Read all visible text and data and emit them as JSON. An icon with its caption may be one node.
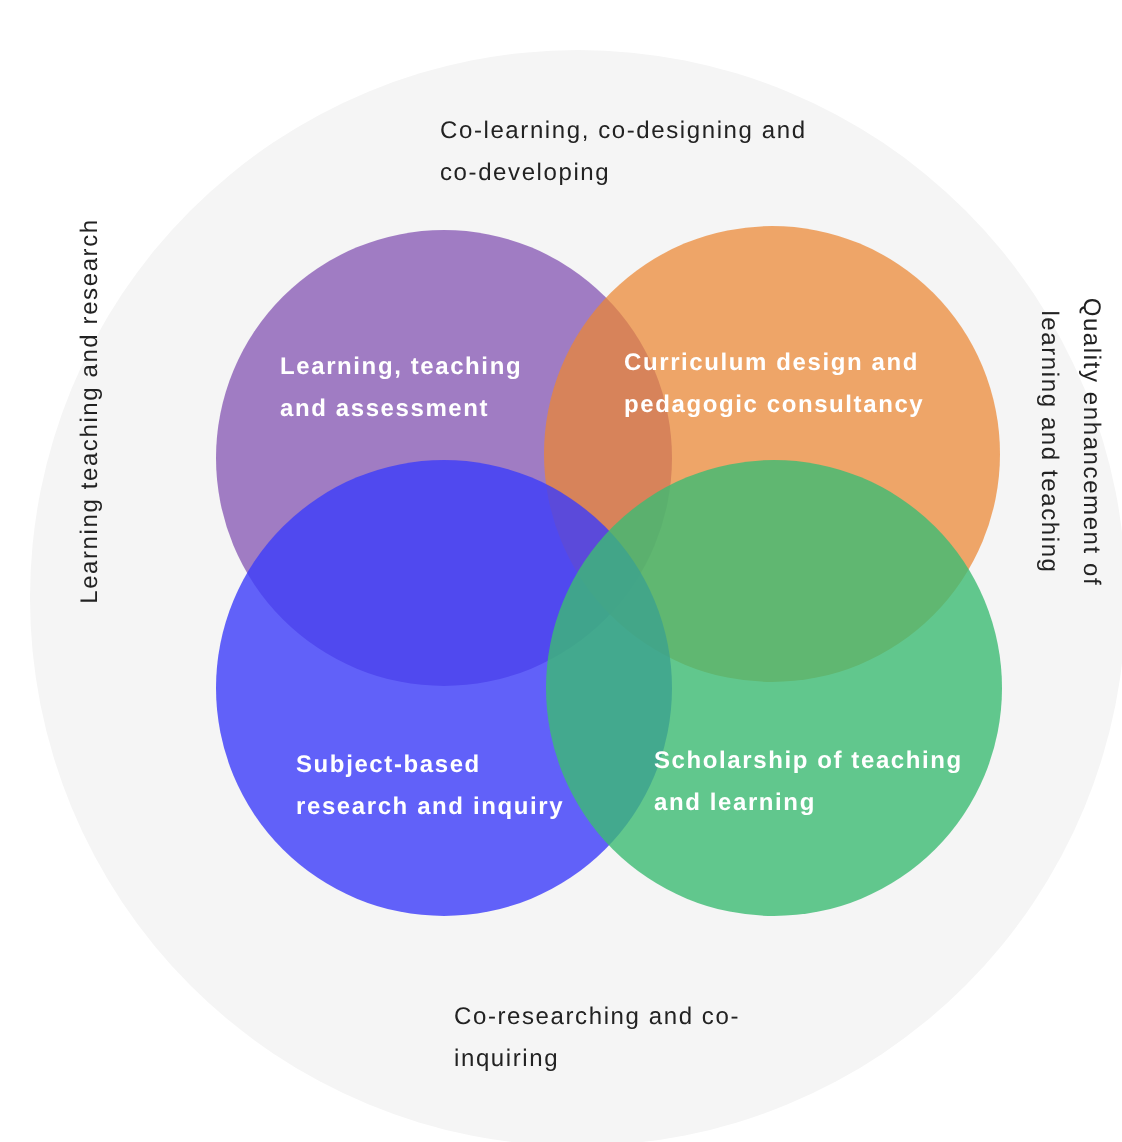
{
  "diagram": {
    "nodes": [
      {
        "text": [
          "Co-learning, co-designing and co-developing",
          "Learning teaching and research",
          "Quality enhancement of learning and teaching",
          "Co-researching and co-inquiring"
        ]
      },
      {
        "text": [
          "Learning, teaching and assessment"
        ],
        "in": 0
      },
      {
        "text": [
          "Curriculum design and pedagogic consultancy"
        ],
        "in": 0
      },
      {
        "text": [
          "Subject-based research and inquiry"
        ],
        "in": 0
      },
      {
        "text": [
          "Scholarship of teaching and learning"
        ],
        "in": 0
      }
    ]
  }
}
